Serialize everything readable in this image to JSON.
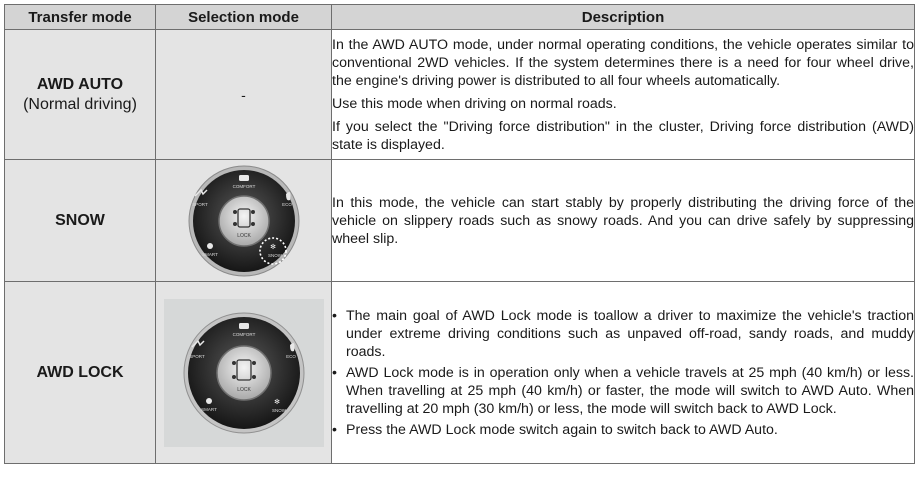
{
  "headers": {
    "transfer_mode": "Transfer mode",
    "selection_mode": "Selection mode",
    "description": "Description"
  },
  "rows": [
    {
      "mode": "AWD AUTO",
      "mode_sub": "(Normal driving)",
      "selection": "-",
      "paragraphs": [
        "In the AWD AUTO mode, under normal operating conditions, the vehicle operates similar to conventional 2WD vehicles. If the system determines there is a need for four wheel drive, the engine's driving power is distributed to all four wheels automatically.",
        "Use this mode when driving on normal roads.",
        "If you select the \"Driving force distribution\" in the cluster, Driving force distribution (AWD) state is displayed."
      ]
    },
    {
      "mode": "SNOW",
      "paragraphs": [
        "In this mode, the vehicle can start stably by properly distributing the driving force of the vehicle on slippery roads such as snowy roads. And you can drive safely by suppressing wheel slip."
      ]
    },
    {
      "mode": "AWD LOCK",
      "bullets": [
        "The main goal of AWD Lock mode is toallow a driver to maximize the vehicle's traction under extreme driving conditions such as unpaved off-road, sandy roads, and muddy roads.",
        "AWD Lock mode is in operation only when a vehicle travels at 25 mph (40 km/h) or less. When travelling at 25 mph (40 km/h) or faster, the mode will switch to AWD Auto. When travelling at 20 mph (30 km/h) or less, the mode will switch back to AWD Lock.",
        "Press the AWD Lock mode switch again to switch back to AWD Auto."
      ]
    }
  ],
  "dial_labels": {
    "comfort": "COMFORT",
    "eco": "ECO",
    "sport": "SPORT",
    "smart": "SMART",
    "snow": "SNOW",
    "lock": "LOCK"
  }
}
